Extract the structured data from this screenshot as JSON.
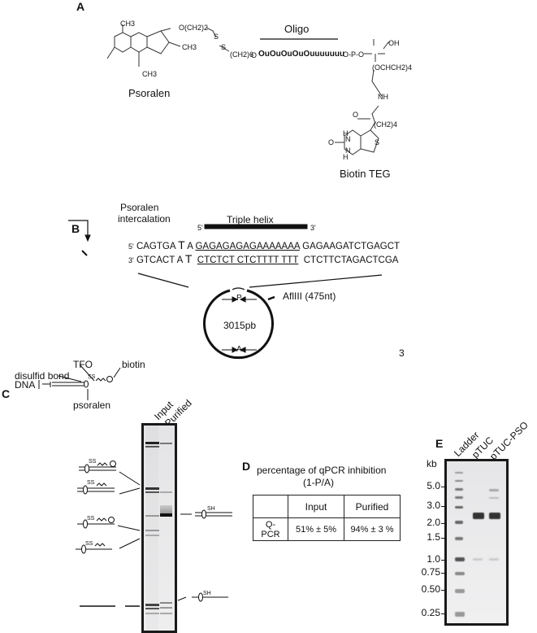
{
  "panels": {
    "A": {
      "label": "A",
      "psoralen_label": "Psoralen",
      "biotin_label": "Biotin TEG",
      "oligo_label": "Oligo",
      "oligo_sequence": "OuOuOuOuOuuuuuuu",
      "groups": {
        "ch3_top": "CH3",
        "ch3_right": "CH3",
        "ch3_bottom": "CH3",
        "linker1": "O(CH2)2",
        "linker2": "(CH2)6",
        "s1": "S",
        "s2": "S",
        "o_link": "O",
        "phosphate": "O-P-O",
        "oh": "OH",
        "teg": "(OCHCH2)4",
        "nh": "NH",
        "ch2_4": "(CH2)4",
        "carbonyl_o": "O",
        "ring_o": "O",
        "ring_s": "S",
        "ring_h1": "H",
        "ring_n1": "N",
        "ring_n2": "N",
        "ring_h2": "H"
      }
    },
    "B": {
      "label": "B",
      "psoralen_intercalation": [
        "Psoralen",
        "intercalation"
      ],
      "triple_helix_label": "Triple helix",
      "five_prime": "5'",
      "three_prime": "3'",
      "top_strand": {
        "prefix": "5'",
        "left": "CAGTGA",
        "t": "T",
        "a": "A",
        "helix": "GAGAGAGAGAAAAAAA",
        "right": "GAGAAGATCTGAGCT"
      },
      "bottom_strand": {
        "prefix": "3'",
        "left": "GTCACT",
        "a": "A",
        "t": "T",
        "helix": "CTCTCT CTCTTTT TTT",
        "right": "CTCTTCTAGACTCGA"
      },
      "plasmid_size": "3015pb",
      "site_p": "P",
      "site_a": "A",
      "restriction_site": "AflIII (475nt)",
      "page_number": "3"
    },
    "C": {
      "label": "C",
      "legend": {
        "disulfid": "disulfid bond",
        "tfo": "TFO",
        "biotin": "biotin",
        "dna": "DNA",
        "psoralen": "psoralen",
        "ss": "SS"
      },
      "lanes": [
        "Input",
        "Purified"
      ],
      "band_annotations": {
        "ss": "SS",
        "sh": "SH"
      }
    },
    "D": {
      "label": "D",
      "title": [
        "percentage of qPCR inhibition",
        "(1-P/A)"
      ],
      "table": {
        "headers": [
          "",
          "Input",
          "Purified"
        ],
        "rows": [
          [
            "Q-PCR",
            "51% ± 5%",
            "94% ± 3 %"
          ]
        ]
      }
    },
    "E": {
      "label": "E",
      "unit": "kb",
      "lanes": [
        "Ladder",
        "pTUC",
        "pTUC-PSO"
      ],
      "ladder_ticks": [
        "5.0",
        "3.0",
        "2.0",
        "1.5",
        "1.0",
        "0.75",
        "0.50",
        "0.25"
      ]
    }
  }
}
